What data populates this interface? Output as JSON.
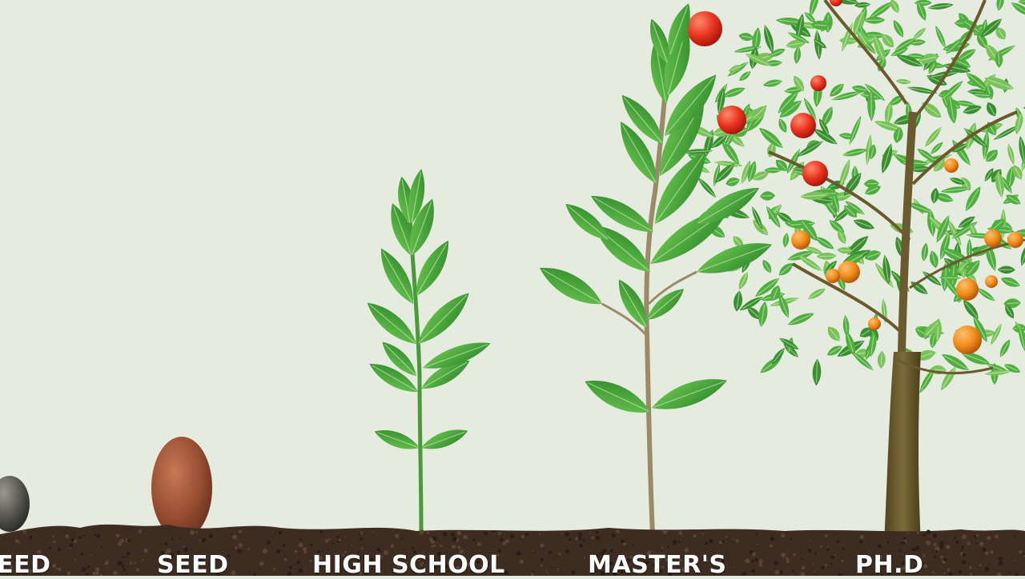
{
  "stages": [
    {
      "label": "SEED"
    },
    {
      "label": "SEED"
    },
    {
      "label": "HIGH SCHOOL"
    },
    {
      "label": "MASTER'S"
    },
    {
      "label": "PH.D"
    }
  ],
  "colors": {
    "background": "#e6ebdf",
    "soil": "#3d2c22",
    "leaf": "#4fae3f",
    "leaf_dark": "#2f7d2a",
    "fruit_red": "#e8321e",
    "fruit_orange": "#f08a1a",
    "bark": "#6b5a2e",
    "seed_brown": "#9a4f33",
    "pebble": "#4a4a44"
  }
}
